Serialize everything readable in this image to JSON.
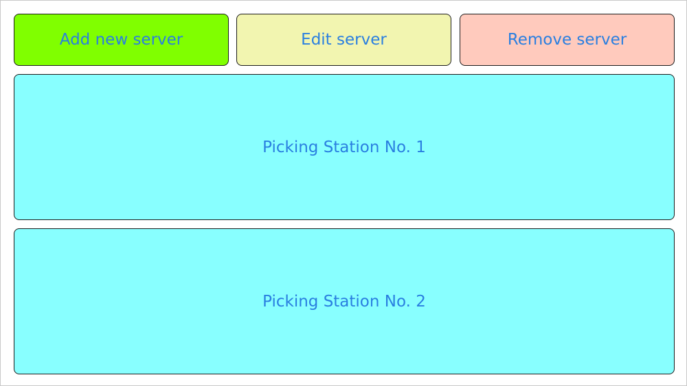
{
  "colors": {
    "label_text": "#2a7fe0",
    "add_bg": "#80ff00",
    "edit_bg": "#f2f5b0",
    "remove_bg": "#ffcabd",
    "station_bg": "#88ffff",
    "border": "#1a1a1a"
  },
  "toolbar": {
    "add_label": "Add new server",
    "edit_label": "Edit server",
    "remove_label": "Remove server"
  },
  "servers": [
    {
      "label": "Picking Station No. 1"
    },
    {
      "label": "Picking Station No. 2"
    }
  ]
}
